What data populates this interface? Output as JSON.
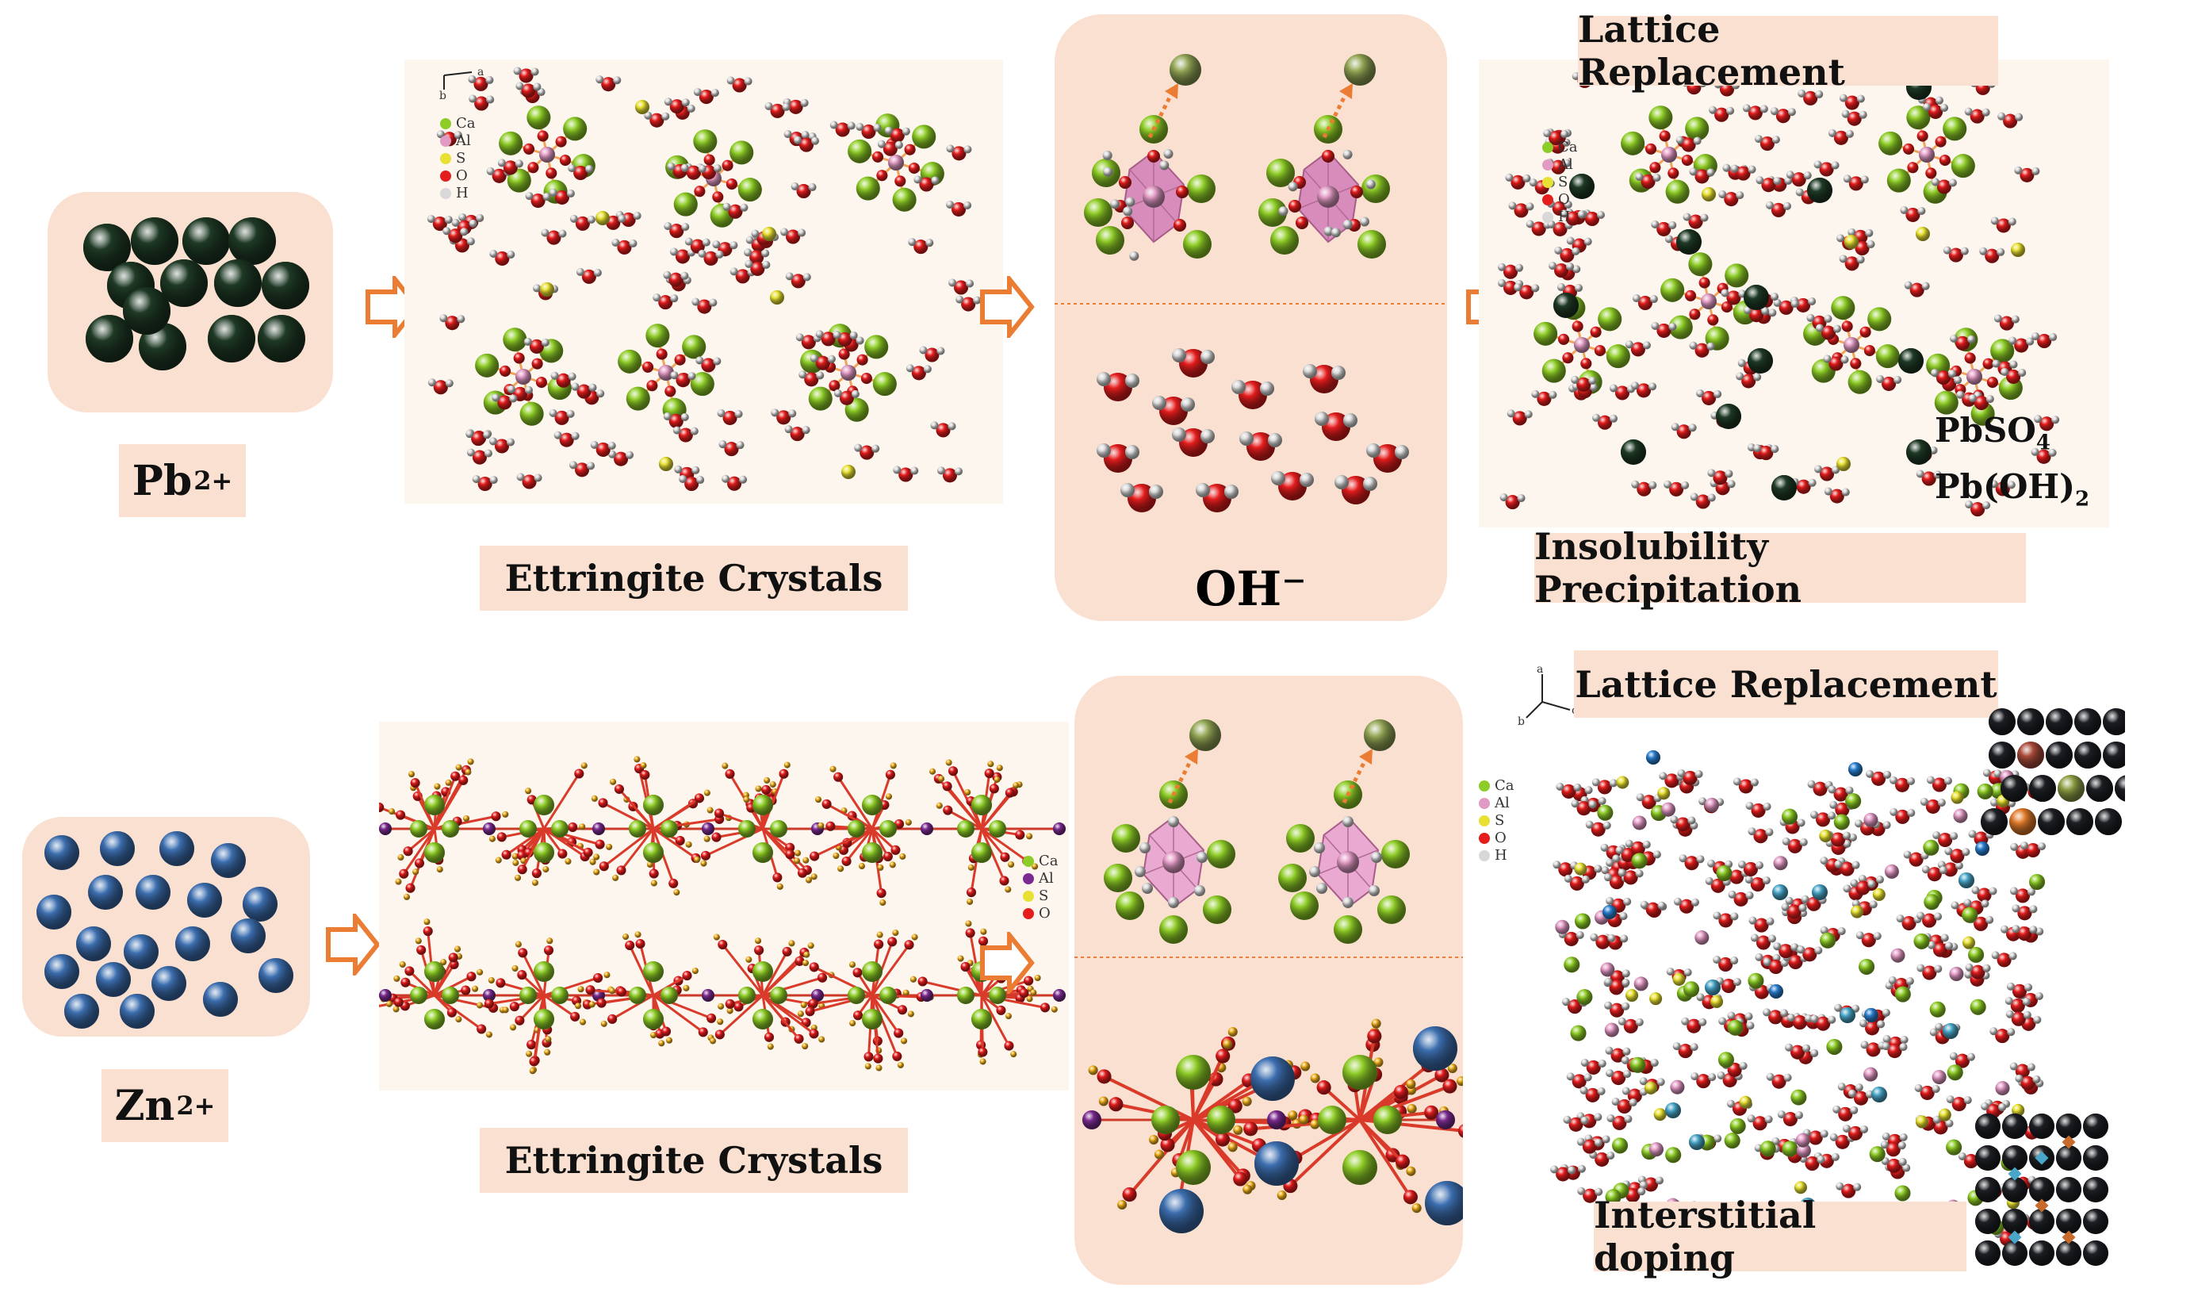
{
  "top_row": {
    "ion_label": "Pb",
    "ion_charge": "2+",
    "crystal_label": "Ettringite Crystals",
    "card_label": "OH⁻",
    "replacement_label": "Lattice Replacement",
    "precipitation_label": "Insolubility Precipitation",
    "products": [
      "PbSO",
      "4",
      "Pb(OH)",
      "2"
    ],
    "legend": [
      "Ca",
      "Al",
      "S",
      "O",
      "H"
    ],
    "axis_labels": [
      "a",
      "b"
    ]
  },
  "bottom_row": {
    "ion_label": "Zn",
    "ion_charge": "2+",
    "crystal_label": "Ettringite Crystals",
    "replacement_label": "Lattice Replacement",
    "doping_label": "Interstitial doping",
    "legend_mid": [
      "Ca",
      "Al",
      "S",
      "O"
    ],
    "legend_right": [
      "Ca",
      "Al",
      "S",
      "O",
      "H"
    ],
    "axis_labels": [
      "a",
      "b",
      "c"
    ]
  },
  "colors": {
    "box_fill": "#fae0d0",
    "panel_fill": "#fcf6ee",
    "arrow": "#ea7d33",
    "pb": "#1f3a26",
    "zn": "#3d6fb0",
    "ca": "#8ecc27",
    "al": "#e19ac4",
    "al_zn": "#7a2b8f",
    "s": "#e8e033",
    "o": "#e41d1d",
    "h": "#d8d8d8"
  },
  "icons": [
    "right-arrow-icon",
    "dotted-up-arrow-icon"
  ]
}
